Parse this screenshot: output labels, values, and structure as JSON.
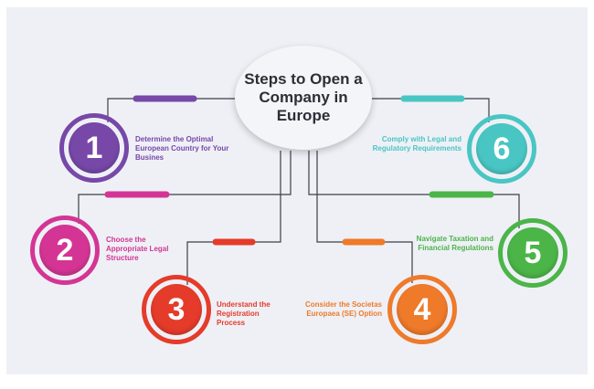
{
  "hub": {
    "title": "Steps to Open a Company in Europe"
  },
  "colors": {
    "step1": "#7748a8",
    "step2": "#d43594",
    "step3": "#e53b2a",
    "step4": "#ee7a2a",
    "step5": "#4bb548",
    "step6": "#49c6c3",
    "wire": "#3a3f47"
  },
  "steps": [
    {
      "number": "1",
      "label": "Determine the Optimal European Country for Your Busines"
    },
    {
      "number": "2",
      "label": "Choose the Appropriate Legal Structure"
    },
    {
      "number": "3",
      "label": "Understand the Registration Process"
    },
    {
      "number": "4",
      "label": "Consider the Societas Europaea (SE) Option"
    },
    {
      "number": "5",
      "label": "Navigate Taxation and Financial Regulations"
    },
    {
      "number": "6",
      "label": "Comply with Legal and Regulatory Requirements"
    }
  ]
}
